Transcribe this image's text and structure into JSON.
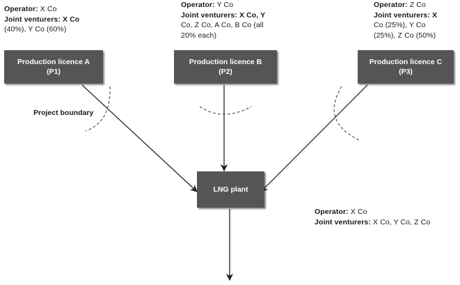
{
  "licences": [
    {
      "id": "A",
      "name": "Production licence A",
      "code": "(P1)",
      "operator_label": "Operator:",
      "operator": "X Co",
      "jv_label": "Joint venturers:",
      "jv_lines": [
        "Joint venturers: X Co",
        "(40%), Y Co (60%)"
      ]
    },
    {
      "id": "B",
      "name": "Production licence B",
      "code": "(P2)",
      "operator_label": "Operator:",
      "operator": "Y Co",
      "jv_label": "Joint venturers:",
      "jv_lines": [
        "Joint venturers: X Co, Y",
        "Co, Z Co, A Co, B Co (all",
        "20% each)"
      ]
    },
    {
      "id": "C",
      "name": "Production licence C",
      "code": "(P3)",
      "operator_label": "Operator:",
      "operator": "Z Co",
      "jv_label": "Joint venturers:",
      "jv_lines": [
        "Joint venturers: X",
        "Co (25%), Y Co",
        "(25%), Z Co (50%)"
      ]
    }
  ],
  "plant": {
    "name": "LNG plant",
    "operator_label": "Operator:",
    "operator": "X Co",
    "jv_label": "Joint venturers:",
    "jv": "X Co, Y Co, Z Co"
  },
  "boundary_label": "Project boundary",
  "colors": {
    "box_fill": "#555555",
    "box_text": "#ffffff",
    "line": "#222222"
  }
}
